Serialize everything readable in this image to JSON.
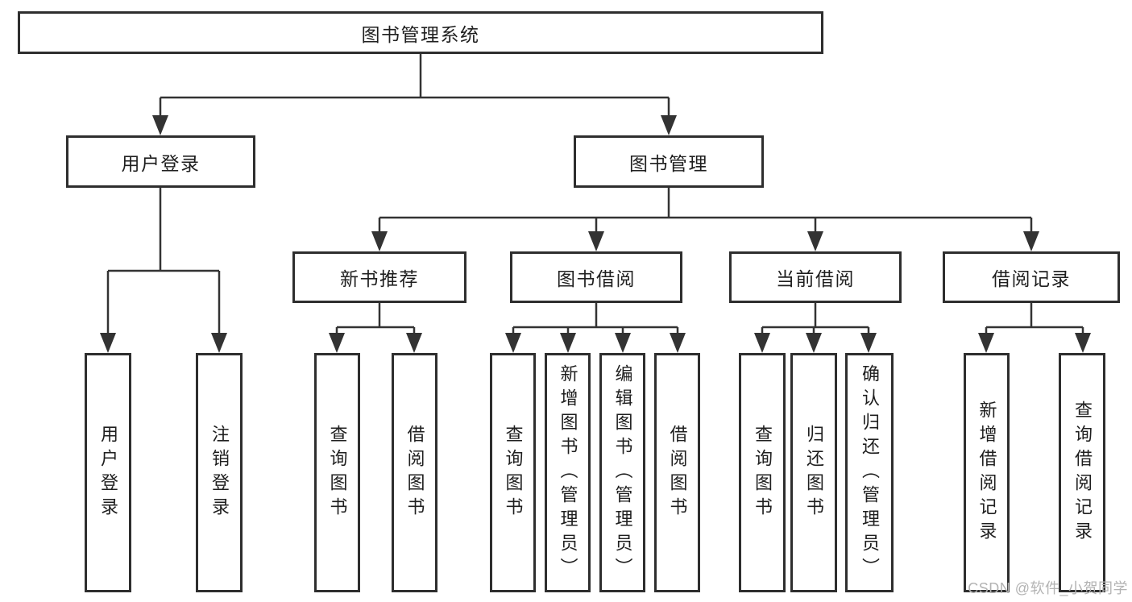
{
  "diagram": {
    "root": {
      "label": "图书管理系统"
    },
    "login_branch": {
      "label": "用户登录",
      "children": [
        "用户登录",
        "注销登录"
      ]
    },
    "mgmt_branch": {
      "label": "图书管理",
      "groups": [
        {
          "label": "新书推荐",
          "children": [
            "查询图书",
            "借阅图书"
          ]
        },
        {
          "label": "图书借阅",
          "children": [
            "查询图书",
            "新增图书（管理员）",
            "编辑图书（管理员）",
            "借阅图书"
          ]
        },
        {
          "label": "当前借阅",
          "children": [
            "查询图书",
            "归还图书",
            "确认归还（管理员）"
          ]
        },
        {
          "label": "借阅记录",
          "children": [
            "新增借阅记录",
            "查询借阅记录"
          ]
        }
      ]
    }
  },
  "watermark": {
    "text": "CSDN @软件_小贺同学"
  },
  "colors": {
    "line": "#333333",
    "box_border": "#2e2e2e",
    "box_fill": "#ffffff",
    "text": "#1f1f1f",
    "watermark": "#b3b3b3",
    "background": "#ffffff"
  }
}
